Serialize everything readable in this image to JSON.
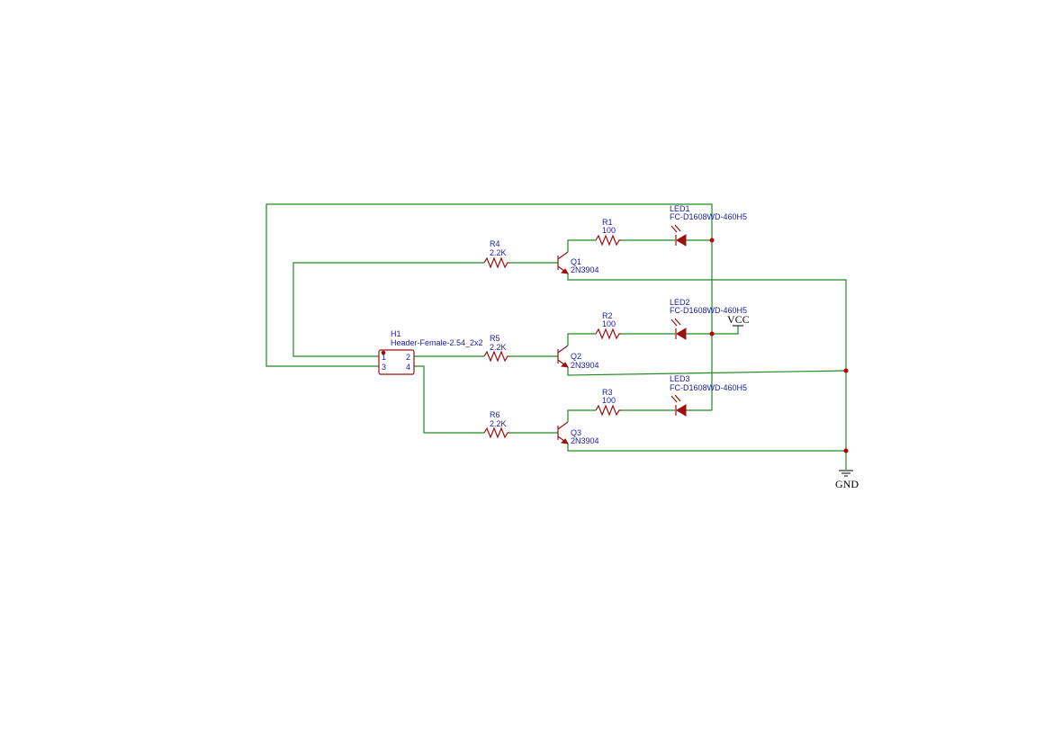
{
  "header": {
    "designator": "H1",
    "value": "Header-Female-2.54_2x2",
    "pins": [
      "1",
      "2",
      "3",
      "4"
    ]
  },
  "transistors": [
    {
      "designator": "Q1",
      "value": "2N3904"
    },
    {
      "designator": "Q2",
      "value": "2N3904"
    },
    {
      "designator": "Q3",
      "value": "2N3904"
    }
  ],
  "base_resistors": [
    {
      "designator": "R4",
      "value": "2.2K"
    },
    {
      "designator": "R5",
      "value": "2.2K"
    },
    {
      "designator": "R6",
      "value": "2.2K"
    }
  ],
  "led_resistors": [
    {
      "designator": "R1",
      "value": "100"
    },
    {
      "designator": "R2",
      "value": "100"
    },
    {
      "designator": "R3",
      "value": "100"
    }
  ],
  "leds": [
    {
      "designator": "LED1",
      "value": "FC-D1608WD-460H5"
    },
    {
      "designator": "LED2",
      "value": "FC-D1608WD-460H5"
    },
    {
      "designator": "LED3",
      "value": "FC-D1608WD-460H5"
    }
  ],
  "power": {
    "vcc": "VCC",
    "gnd": "GND"
  },
  "colors": {
    "wire": "#1f8a1f",
    "component": "#9b1111",
    "label": "#1a1aa6",
    "junction": "#c00000",
    "background": "#ffffff"
  }
}
